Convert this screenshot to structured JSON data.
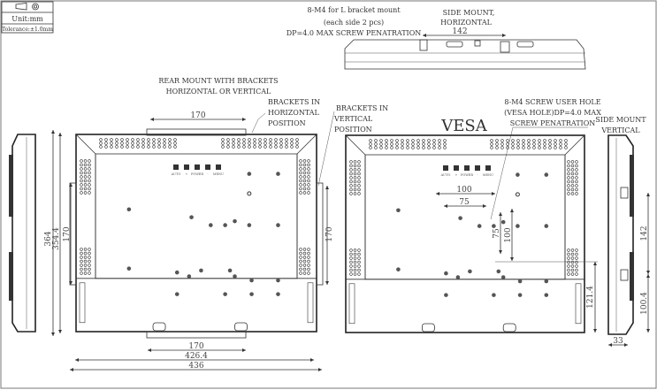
{
  "title_block": {
    "projection_icon": "third-angle-projection-icon",
    "unit": "Unit:mm",
    "tolerance": "Tolerance:±1.0mm"
  },
  "notes": {
    "l_bracket": [
      "8-M4 for L bracket mount",
      "(each side 2 pcs)",
      "DP=4.0 MAX SCREW PENATRATION"
    ],
    "side_mount_horizontal": [
      "SIDE  MOUNT,",
      "HORIZONTAL"
    ],
    "rear_mount": [
      "REAR MOUNT WITH BRACKETS",
      "HORIZONTAL  OR  VERTICAL"
    ],
    "brackets_horizontal": [
      "BRACKETS IN",
      "HORIZONTAL",
      "POSITION"
    ],
    "brackets_vertical": [
      "BRACKETS IN",
      "VERTICAL",
      "POSITION"
    ],
    "vesa_title": "VESA",
    "vesa_hole": [
      "8-M4 SCREW USER HOLE",
      "(VESA HOLE)DP=4.0 MAX",
      "SCREW PENATRATION"
    ],
    "side_mount_vertical": [
      "SIDE MOUNT",
      "VERTICAL"
    ]
  },
  "buttons_label": [
    "AUTO",
    "+",
    "POWER",
    "-",
    "MENU"
  ],
  "dimensions": {
    "top_side_142": "142",
    "top_bracket_170": "170",
    "height_364": "364",
    "height_354": "354.4",
    "left_bracket_170": "170",
    "right_bracket_170": "170",
    "bottom_bracket_170": "170",
    "width_426": "426.4",
    "width_436": "436",
    "vesa_h100": "100",
    "vesa_h75": "75",
    "vesa_v75": "75",
    "vesa_v100": "100",
    "vesa_121": "121.4",
    "side_142": "142",
    "side_100": "100.4",
    "depth_33": "33"
  }
}
